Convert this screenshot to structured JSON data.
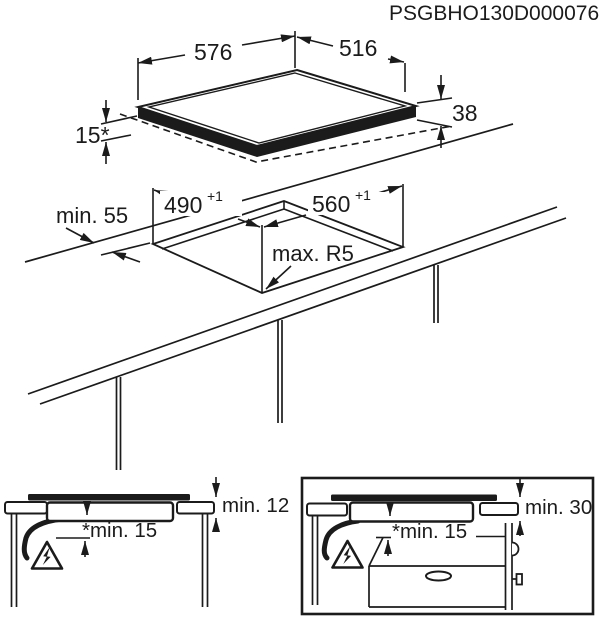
{
  "figure_code": "PSGBHO130D000076",
  "colors": {
    "line": "#1b1b1b",
    "background": "#ffffff"
  },
  "hob_top_view": {
    "width_mm": "576",
    "depth_mm": "516",
    "total_height_mm": "38",
    "height_below_worktop_mm": "15*"
  },
  "worktop_cutout": {
    "cutout_width_mm": "490",
    "cutout_depth_mm": "560",
    "tolerance": "+1",
    "min_back_clearance": "min. 55",
    "max_corner_radius": "max. R5"
  },
  "section_without_oven": {
    "min_worktop_thickness": "min. 12",
    "min_clearance_below": "*min. 15",
    "warning_icon": "high-voltage-warning-triangle"
  },
  "section_with_oven": {
    "min_worktop_thickness": "min. 30",
    "min_clearance_below": "*min. 15",
    "warning_icon": "high-voltage-warning-triangle"
  }
}
